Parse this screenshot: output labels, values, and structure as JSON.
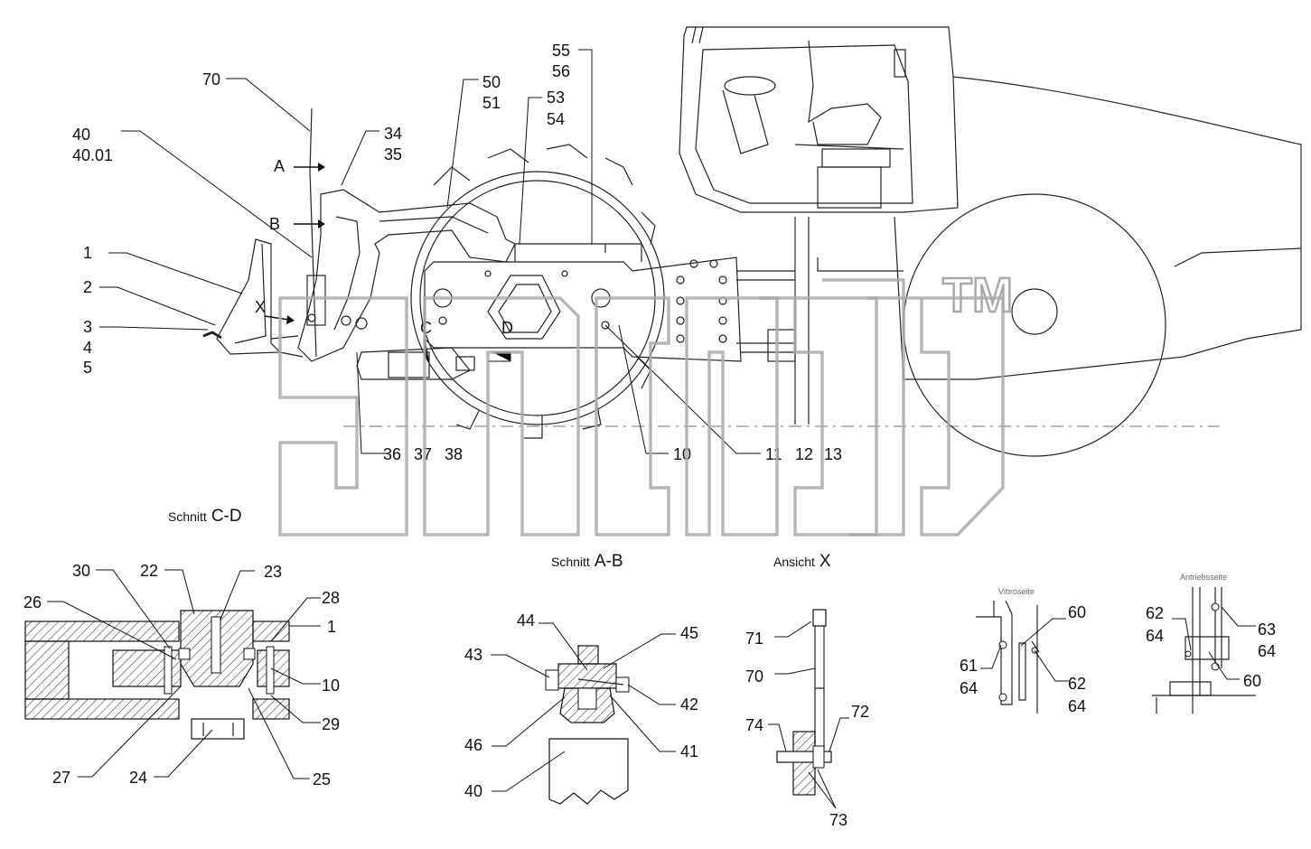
{
  "callouts_main": {
    "c70": "70",
    "c40": "40",
    "c4001": "40.01",
    "c34": "34",
    "c35": "35",
    "c50": "50",
    "c51": "51",
    "c55": "55",
    "c56": "56",
    "c53": "53",
    "c54": "54",
    "c1": "1",
    "c2": "2",
    "c3": "3",
    "c4": "4",
    "c5": "5",
    "c36": "36",
    "c37": "37",
    "c38": "38",
    "c10": "10",
    "c11": "11",
    "c12": "12",
    "c13": "13"
  },
  "markers": {
    "A": "A",
    "B": "B",
    "X": "X",
    "C": "C",
    "D": "D"
  },
  "captions": {
    "schnitt_cd_word": "Schnitt",
    "schnitt_cd_id": "C-D",
    "schnitt_ab_word": "Schnitt",
    "schnitt_ab_id": "A-B",
    "ansicht_x_word": "Ansicht",
    "ansicht_x_id": "X",
    "vibroseite": "Vibroseite",
    "antriebsseite": "Antriebsseite"
  },
  "section_cd": {
    "c30": "30",
    "c22": "22",
    "c23": "23",
    "c28": "28",
    "c26": "26",
    "c1": "1",
    "c10": "10",
    "c29": "29",
    "c27": "27",
    "c24": "24",
    "c25": "25"
  },
  "section_ab": {
    "c44": "44",
    "c45": "45",
    "c43": "43",
    "c42": "42",
    "c46": "46",
    "c41": "41",
    "c40": "40"
  },
  "view_x": {
    "c71": "71",
    "c70": "70",
    "c74": "74",
    "c72": "72",
    "c73": "73"
  },
  "vibroseite_detail": {
    "c60": "60",
    "c61": "61",
    "c64a": "64",
    "c62": "62",
    "c64b": "64"
  },
  "antriebsseite_detail": {
    "c62": "62",
    "c64a": "64",
    "c63": "63",
    "c64b": "64",
    "c60": "60"
  },
  "watermark": {
    "trademark": "TM"
  }
}
